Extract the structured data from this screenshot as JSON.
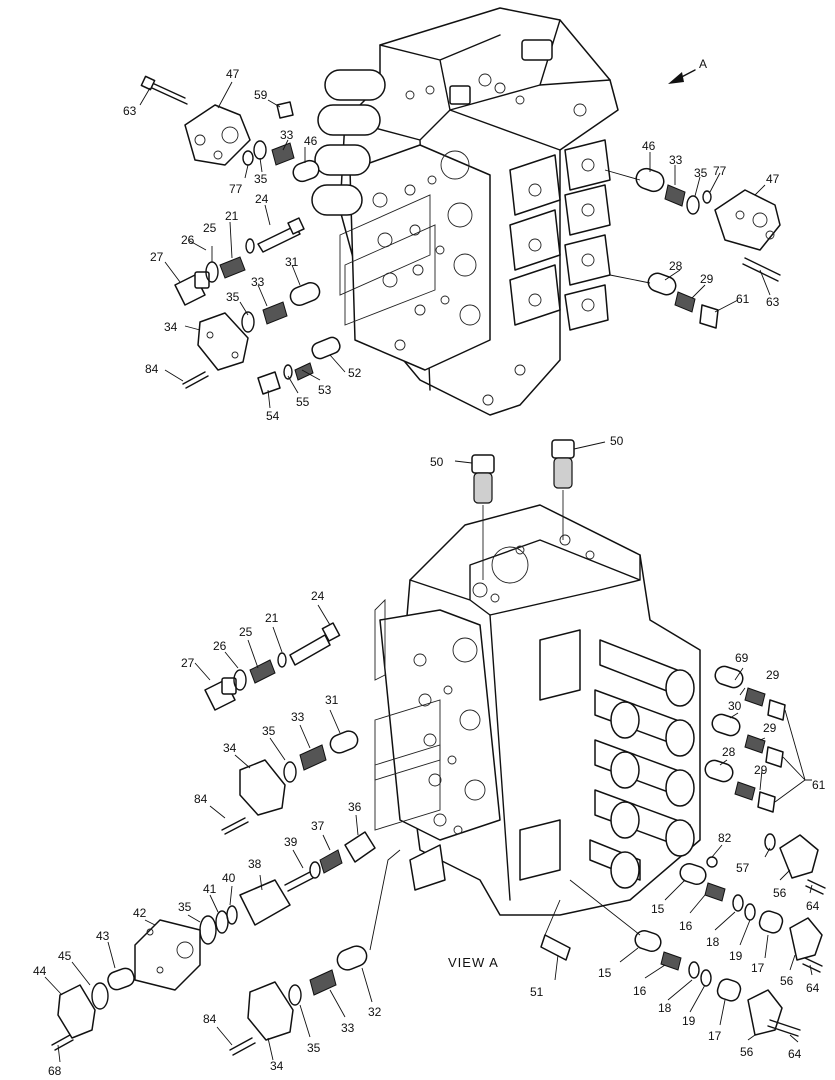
{
  "view_caption": "VIEW   A",
  "arrow_label": "A",
  "upper_labels": [
    "47",
    "63",
    "59",
    "33",
    "46",
    "77",
    "35",
    "24",
    "21",
    "25",
    "26",
    "27",
    "31",
    "33",
    "35",
    "34",
    "84",
    "52",
    "53",
    "55",
    "54",
    "46",
    "33",
    "35",
    "77",
    "47",
    "63",
    "28",
    "29",
    "61"
  ],
  "lower_labels": [
    "50",
    "50",
    "24",
    "21",
    "25",
    "26",
    "27",
    "31",
    "33",
    "35",
    "34",
    "84",
    "36",
    "37",
    "39",
    "38",
    "40",
    "41",
    "35",
    "42",
    "43",
    "45",
    "44",
    "68",
    "84",
    "34",
    "35",
    "33",
    "32",
    "69",
    "29",
    "30",
    "29",
    "28",
    "29",
    "61",
    "82",
    "57",
    "56",
    "64",
    "15",
    "16",
    "18",
    "19",
    "17",
    "56",
    "64",
    "51",
    "15",
    "16",
    "18",
    "19",
    "17",
    "56",
    "64"
  ]
}
